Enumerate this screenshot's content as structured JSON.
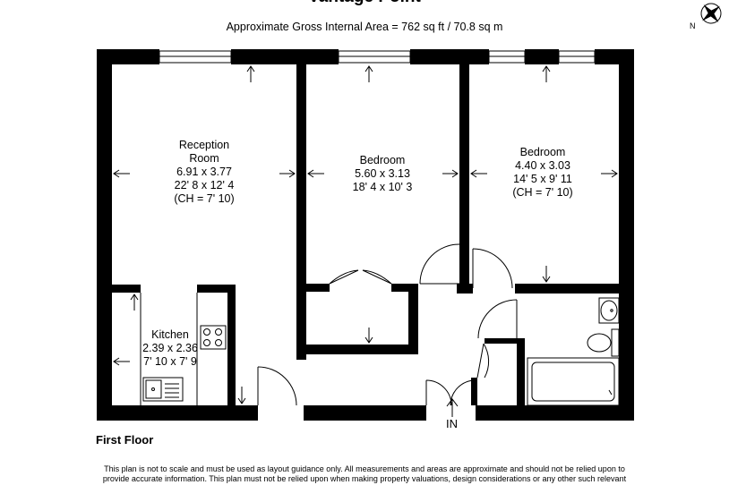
{
  "header": {
    "title": "Vantage Point",
    "area": "Approximate Gross Internal Area = 762 sq ft / 70.8 sq m"
  },
  "rooms": {
    "reception": {
      "name1": "Reception",
      "name2": "Room",
      "metric": "6.91 x 3.77",
      "imperial": "22' 8 x 12' 4",
      "ceiling": "(CH = 7' 10)"
    },
    "bedroom1": {
      "name": "Bedroom",
      "metric": "5.60 x 3.13",
      "imperial": "18' 4 x 10' 3"
    },
    "bedroom2": {
      "name": "Bedroom",
      "metric": "4.40 x 3.03",
      "imperial": "14' 5 x 9' 11",
      "ceiling": "(CH = 7' 10)"
    },
    "kitchen": {
      "name": "Kitchen",
      "metric": "2.39 x 2.36",
      "imperial": "7' 10 x 7' 9"
    }
  },
  "entrance": {
    "label": "IN"
  },
  "compass": {
    "label": "N"
  },
  "footer": {
    "floor": "First Floor",
    "disclaimer_line1": "This plan is not to scale and must be used as layout guidance only. All measurements and areas are approximate and should not be relied upon to",
    "disclaimer_line2": "provide accurate information. This plan must not be relied upon when making property valuations, design considerations or any other such relevant"
  },
  "colors": {
    "wall": "#000000",
    "fixture": "#555555",
    "background": "#ffffff"
  }
}
